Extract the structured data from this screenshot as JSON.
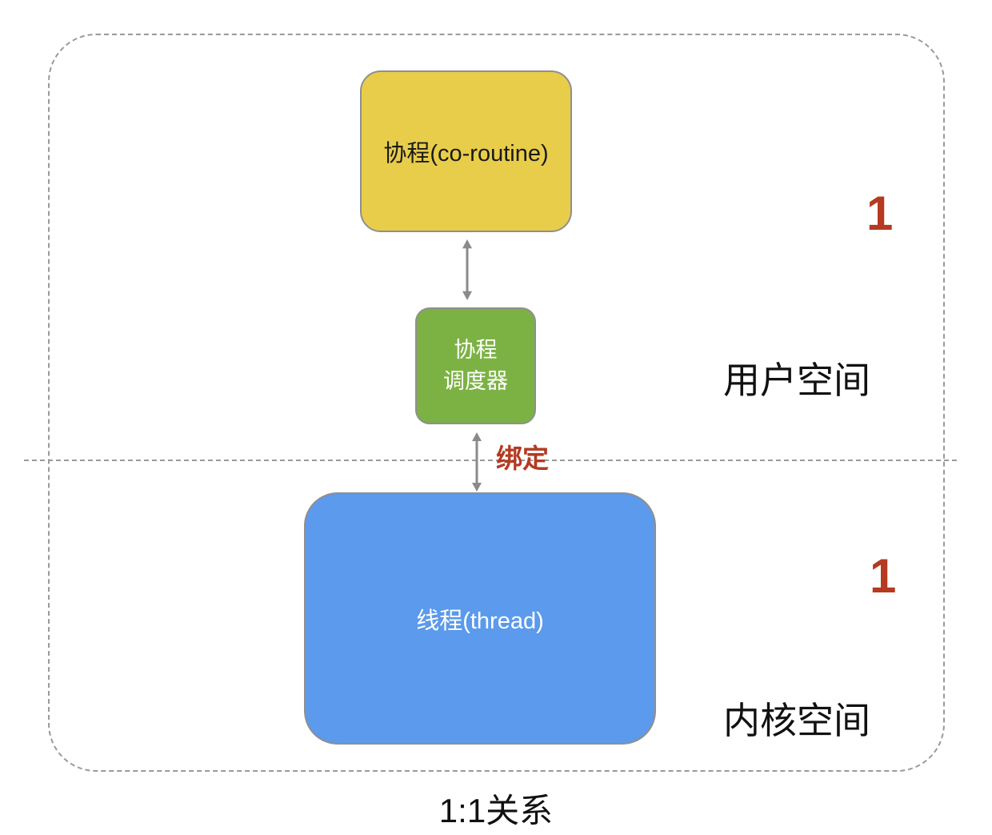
{
  "diagram": {
    "boxes": {
      "coroutine": {
        "label": "协程(co-routine)"
      },
      "scheduler": {
        "line1": "协程",
        "line2": "调度器"
      },
      "thread": {
        "label": "线程(thread)"
      }
    },
    "labels": {
      "binding": "绑定",
      "user_space": "用户空间",
      "kernel_space": "内核空间",
      "count_user": "1",
      "count_kernel": "1",
      "caption": "1:1关系"
    },
    "colors": {
      "box_yellow": "#e8cd4b",
      "box_green": "#7cb243",
      "box_blue": "#5b9aec",
      "accent_red": "#b43a21",
      "line_gray": "#9a9a9a"
    }
  }
}
